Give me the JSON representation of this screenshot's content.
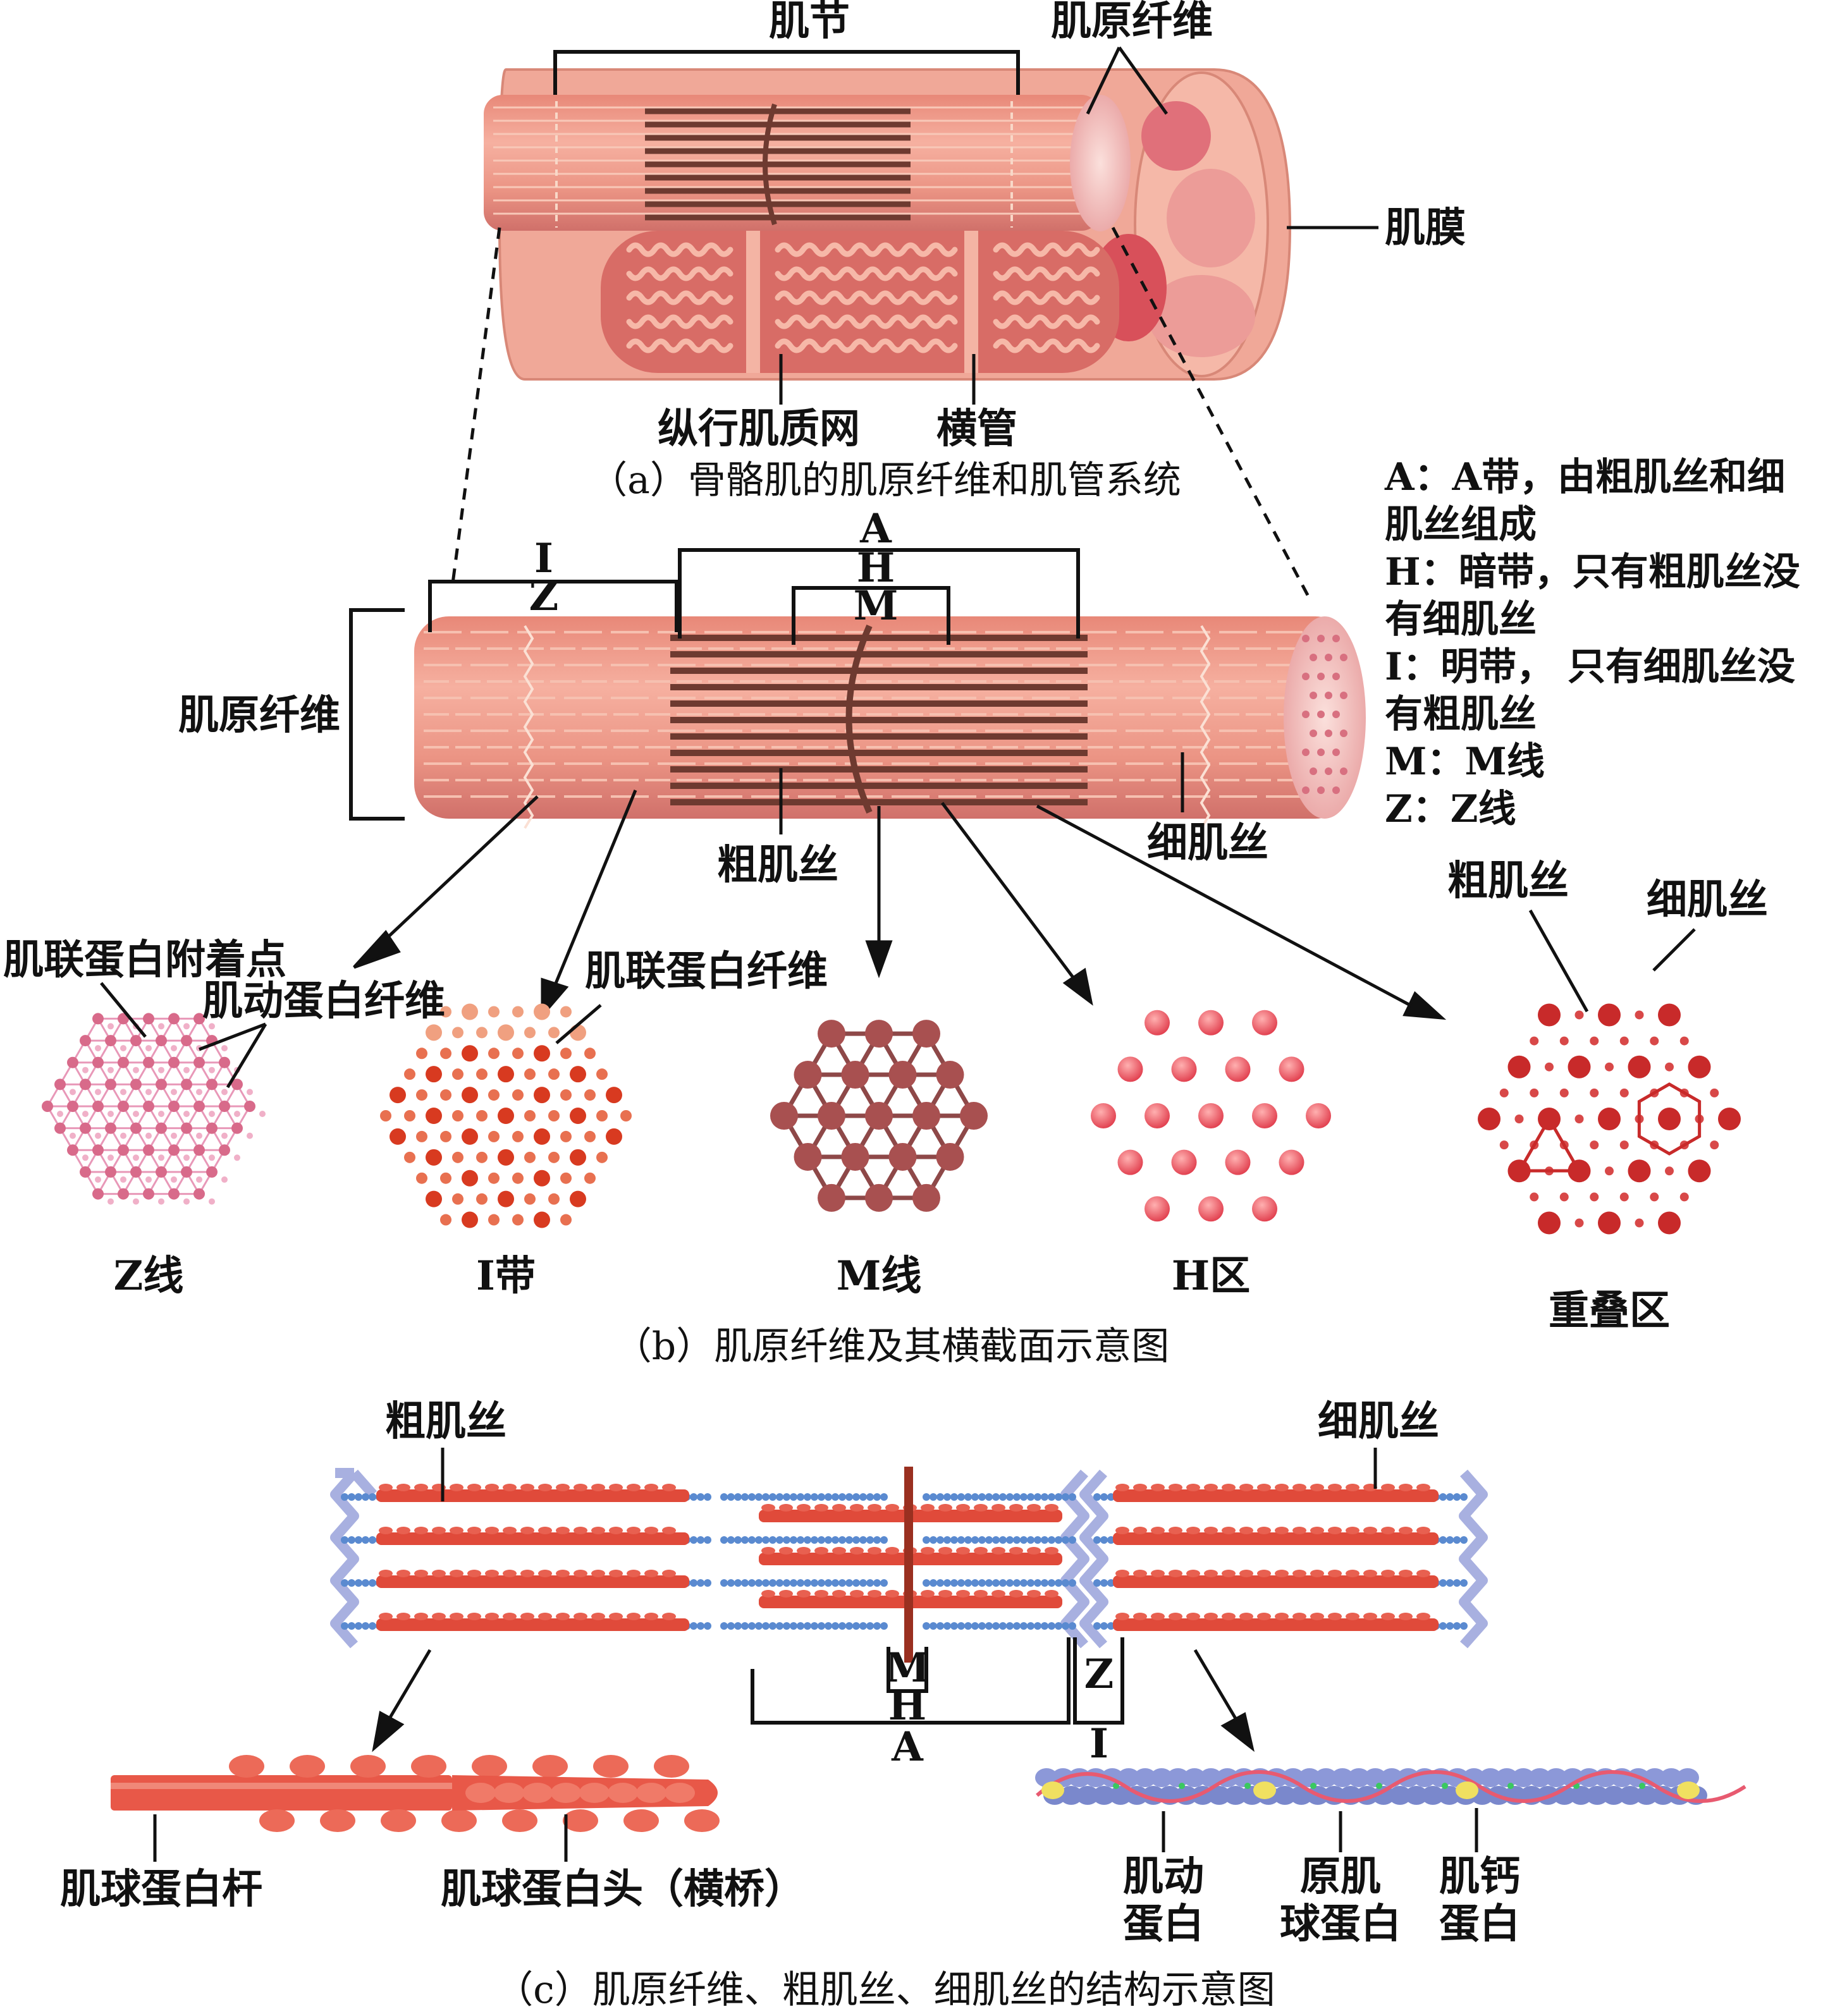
{
  "panel_a": {
    "sarcomere": "肌节",
    "myofibril": "肌原纤维",
    "sarcolemma": "肌膜",
    "sr": "纵行肌质网",
    "t_tubule": "横管",
    "caption": "（a）骨骼肌的肌原纤维和肌管系统"
  },
  "legend": [
    "A：A带，由粗肌丝和细",
    "肌丝组成",
    "H：暗带，只有粗肌丝没",
    "有细肌丝",
    "I：明带， 只有细肌丝没",
    "有粗肌丝",
    "M：M线",
    "Z：Z线"
  ],
  "panel_b": {
    "band_a": "A",
    "band_h": "H",
    "band_m": "M",
    "band_i": "I",
    "band_z": "Z",
    "myofibril": "肌原纤维",
    "thick": "粗肌丝",
    "thin": "细肌丝",
    "titin_point": "肌联蛋白附着点",
    "actin_fiber": "肌动蛋白纤维",
    "titin_fiber": "肌联蛋白纤维",
    "overlap_thick": "粗肌丝",
    "overlap_thin": "细肌丝",
    "sections": [
      "Z线",
      "I带",
      "M线",
      "H区",
      "重叠区"
    ],
    "caption": "（b）肌原纤维及其横截面示意图"
  },
  "panel_c": {
    "thick": "粗肌丝",
    "thin": "细肌丝",
    "m": "M",
    "h": "H",
    "a": "A",
    "z": "Z",
    "i": "I",
    "rod": "肌球蛋白杆",
    "head": "肌球蛋白头（横桥）",
    "actin_1": "肌动",
    "actin_2": "蛋白",
    "tropomyosin_1": "原肌",
    "tropomyosin_2": "球蛋白",
    "troponin_1": "肌钙",
    "troponin_2": "蛋白",
    "caption": "（c）肌原纤维、粗肌丝、细肌丝的结构示意图"
  },
  "colors": {
    "muscle": "#f0a090",
    "muscle_dark": "#c8645a",
    "band_dark": "#6e3a30",
    "myosin": "#e04a3a",
    "actin_blue": "#5a8ad0",
    "z_disc": "#a8b0e0",
    "z_section": "#d86a8a",
    "m_section": "#8e4848",
    "h_section": "#e84a5a",
    "overlap_section": "#c82a2a"
  }
}
